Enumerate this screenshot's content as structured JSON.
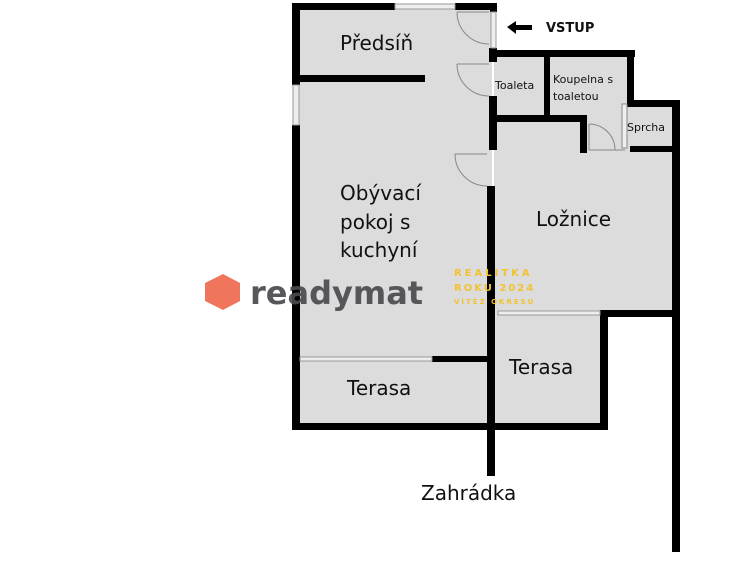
{
  "floorplan": {
    "entrance_label": "VSTUP",
    "rooms": {
      "hall": "Předsíň",
      "toilet": "Toaleta",
      "bathroom_line1": "Koupelna s",
      "bathroom_line2": "toaletou",
      "shower": "Sprcha",
      "living_line1": "Obývací",
      "living_line2": "pokoj s",
      "living_line3": "kuchyní",
      "bedroom": "Ložnice",
      "terrace_left": "Terasa",
      "terrace_right": "Terasa",
      "garden": "Zahrádka"
    },
    "colors": {
      "wall": "#000000",
      "floor": "#dcdcdc",
      "text": "#111111"
    }
  },
  "watermark": {
    "brand": "readymat",
    "brand_color": "#ef6a50",
    "brand_text_color": "#4a4a4f",
    "award_line1": "REALITKA",
    "award_line2": "ROKU 2024",
    "award_line3": "VÍTĚZ OKRESU",
    "award_color": "#f2c230"
  }
}
